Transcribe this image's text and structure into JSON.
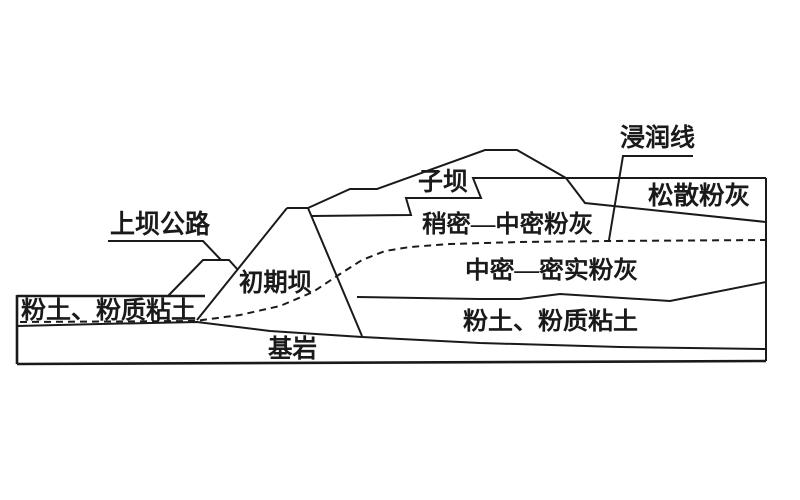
{
  "diagram": {
    "title_hidden": "",
    "colors": {
      "background": "#ffffff",
      "line": "#1a1a1a",
      "text": "#1a1a1a"
    },
    "labels": {
      "road": "上坝公路",
      "initial_dam": "初期坝",
      "sub_dam": "子坝",
      "phreatic_line": "浸润线",
      "loose_silt_ash": "松散粉灰",
      "slightly_to_medium_dense_ash": "稍密—中密粉灰",
      "medium_to_dense_ash": "中密—密实粉灰",
      "silt_silty_clay_right": "粉土、粉质粘土",
      "silt_silty_clay_left": "粉土、粉质粘土",
      "bedrock": "基岩"
    }
  }
}
